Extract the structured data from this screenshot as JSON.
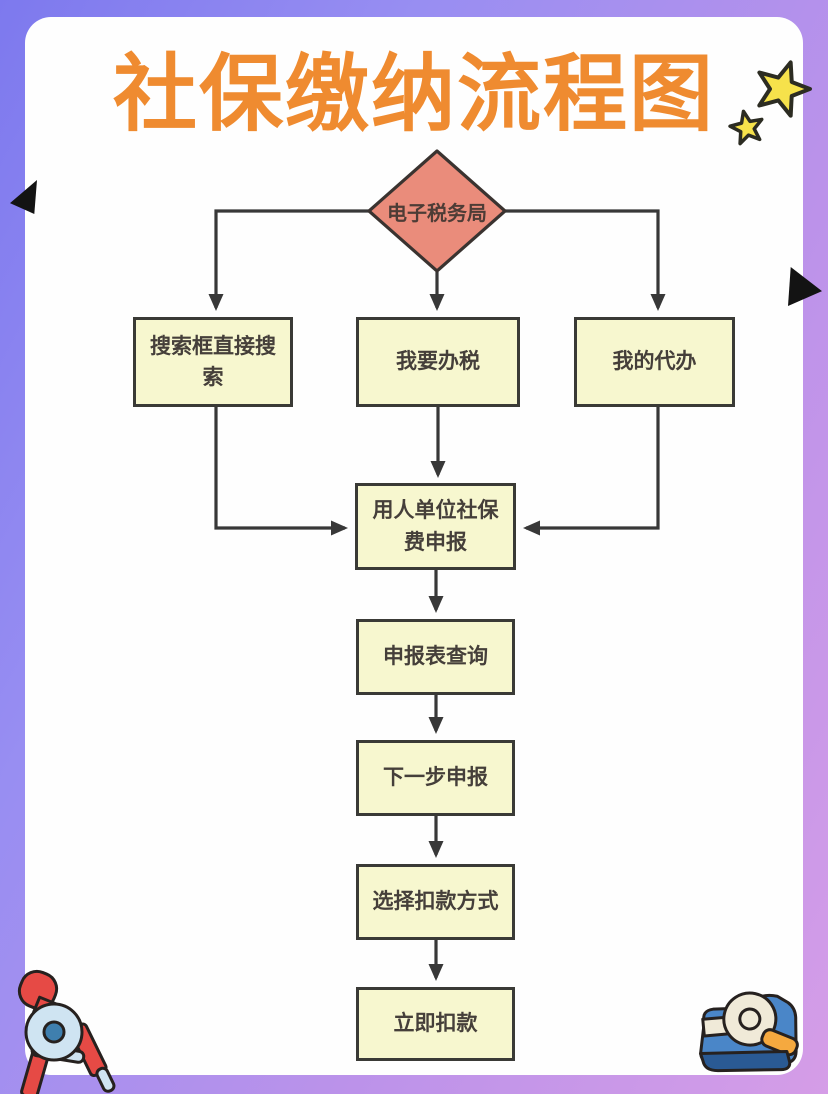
{
  "page": {
    "title": "社保缴纳流程图"
  },
  "flowchart": {
    "root": {
      "label": "电子税务局",
      "shape": "diamond",
      "fill": "#ea8c7b"
    },
    "branches": [
      {
        "label": "搜索框直接搜索"
      },
      {
        "label": "我要办税"
      },
      {
        "label": "我的代办"
      }
    ],
    "steps": [
      {
        "label": "用人单位社保费申报"
      },
      {
        "label": "申报表查询"
      },
      {
        "label": "下一步申报"
      },
      {
        "label": "选择扣款方式"
      },
      {
        "label": "立即扣款"
      }
    ],
    "node_fill": "#f7f7cf",
    "line_color": "#383838"
  },
  "decorations": {
    "stars_icon": "two-yellow-stars",
    "bottom_left_icon": "drawing-compass",
    "bottom_right_icon": "tape-dispenser",
    "margin_marks": [
      "left-black-triangle",
      "right-black-triangle"
    ]
  },
  "colors": {
    "title": "#ef8b30",
    "frame_gradient_start": "#7d79ee",
    "frame_gradient_end": "#d59de7",
    "star_yellow": "#f6e24b"
  }
}
